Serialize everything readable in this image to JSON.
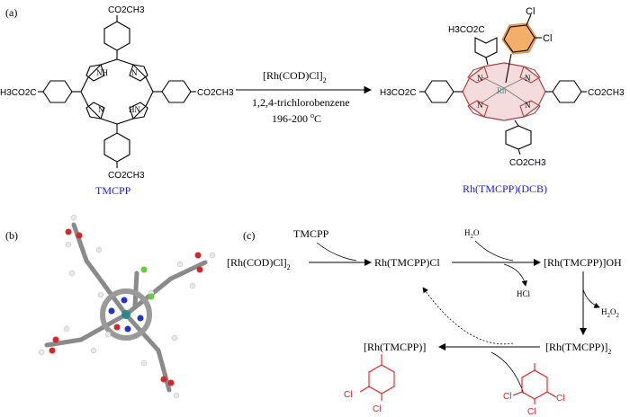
{
  "panel_labels": {
    "a": "(a)",
    "b": "(b)",
    "c": "(c)"
  },
  "panel_a": {
    "reactant_name": "TMCPP",
    "product_name": "Rh(TMCPP)(DCB)",
    "reagent": "[Rh(COD)Cl]",
    "reagent_sub": "2",
    "solvent": "1,2,4-trichlorobenzene",
    "temperature": "196-200 ",
    "temperature_sup": "o",
    "temperature_unit": "C",
    "ester_group": "CO2CH3",
    "ester_left": "H3CO2C",
    "nh": "NH",
    "hn": "HN",
    "n": "N",
    "rh": "Rh",
    "cl": "Cl"
  },
  "panel_c": {
    "tmcpp": "TMCPP",
    "start": "[Rh(COD)Cl]",
    "start_sub": "2",
    "rhcl": "Rh(TMCPP)Cl",
    "h2o": "H",
    "h2o_sub": "2",
    "h2o_tail": "O",
    "hcl": "HCl",
    "rhoh": "[Rh(TMCPP)]OH",
    "h2o2": "H",
    "h2o2_sub": "2",
    "h2o2_o": "O",
    "h2o2_sub2": "2",
    "dimer": "[Rh(TMCPP)]",
    "dimer_sub": "2",
    "monomer": "[Rh(TMCPP)]",
    "cl": "Cl"
  },
  "colors": {
    "blue": "#1a1ae6",
    "red": "#e02020",
    "highlight": "#f2a65a",
    "rh_center": "#2a8a8a"
  }
}
